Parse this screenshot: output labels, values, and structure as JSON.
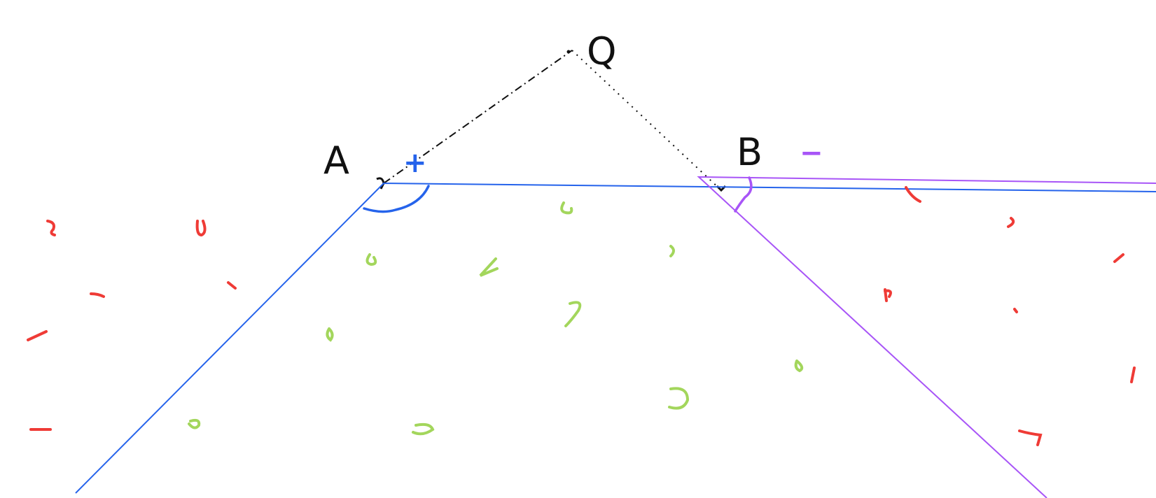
{
  "points": {
    "a": "A",
    "b": "B",
    "q": "Q"
  },
  "signs": {
    "a": "+",
    "b": "−"
  },
  "colors": {
    "ink": "#111111",
    "blue": "#2563eb",
    "purple": "#a855f7",
    "red": "#ef3b36",
    "green": "#a3d65c"
  }
}
